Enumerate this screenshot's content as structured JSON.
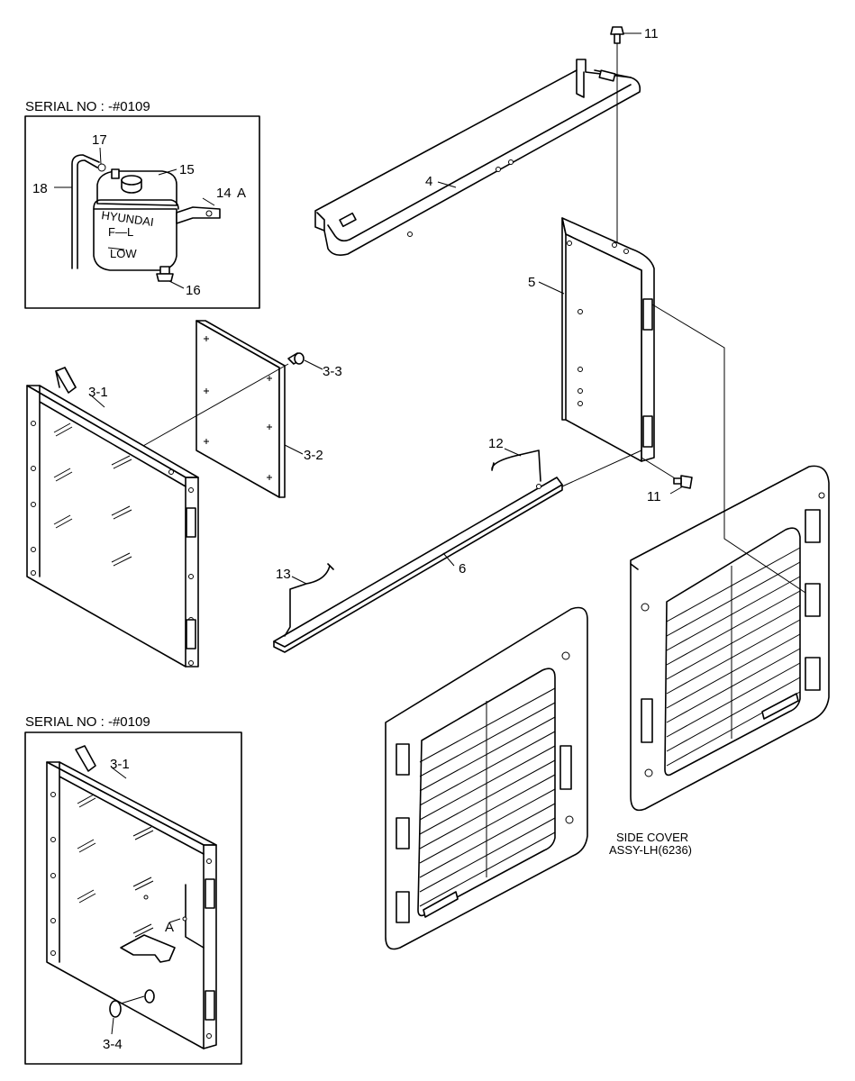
{
  "serial_labels": {
    "top": "SERIAL NO : -#0109",
    "bottom": "SERIAL NO : -#0109"
  },
  "callouts": {
    "c11a": "11",
    "c11b": "11",
    "c4": "4",
    "c5": "5",
    "c6": "6",
    "c12": "12",
    "c13": "13",
    "c3_1": "3-1",
    "c3_1b": "3-1",
    "c3_2": "3-2",
    "c3_3": "3-3",
    "c3_4": "3-4",
    "c14": "14",
    "c15": "15",
    "c16": "16",
    "c17": "17",
    "c18": "18",
    "cA": "A",
    "cAb": "A"
  },
  "side_cover": {
    "line1": "SIDE COVER",
    "line2": "ASSY-LH(6236)"
  },
  "tank_marks": {
    "brand": "HYUNDAI",
    "full": "F—L",
    "low": "LOW"
  }
}
